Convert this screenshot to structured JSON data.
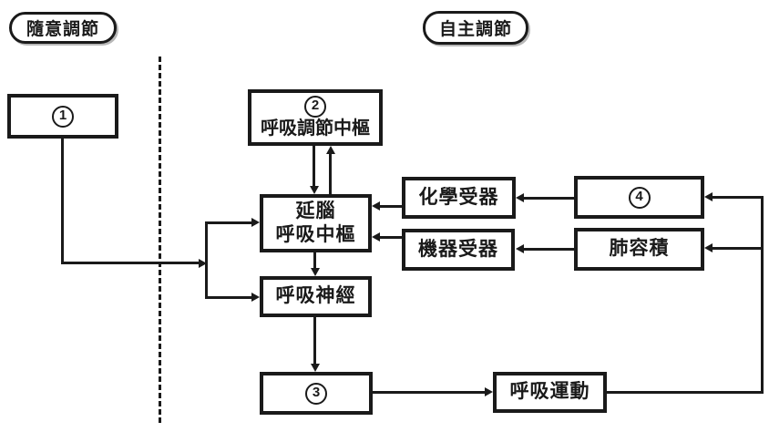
{
  "diagram": {
    "title_labels": {
      "voluntary": "隨意調節",
      "autonomous": "自主調節"
    },
    "nodes": {
      "box1": {
        "number": "1"
      },
      "box2": {
        "number": "2",
        "text": "呼吸調節中樞"
      },
      "medulla": {
        "line1": "延腦",
        "line2": "呼吸中樞"
      },
      "chemoreceptor": {
        "text": "化學受器"
      },
      "mechanoreceptor": {
        "text": "機器受器"
      },
      "box4": {
        "number": "4"
      },
      "lung_volume": {
        "text": "肺容積"
      },
      "respiratory_nerve": {
        "text": "呼吸神經"
      },
      "box3": {
        "number": "3"
      },
      "respiratory_movement": {
        "text": "呼吸運動"
      }
    },
    "edges": [
      {
        "from": "box1",
        "to": "junction",
        "type": "arrow"
      },
      {
        "from": "junction",
        "to": "medulla",
        "type": "arrow"
      },
      {
        "from": "junction",
        "to": "respiratory_nerve",
        "type": "arrow"
      },
      {
        "from": "box2",
        "to": "medulla",
        "type": "arrow"
      },
      {
        "from": "medulla",
        "to": "box2",
        "type": "arrow"
      },
      {
        "from": "medulla",
        "to": "respiratory_nerve",
        "type": "arrow"
      },
      {
        "from": "respiratory_nerve",
        "to": "box3",
        "type": "arrow"
      },
      {
        "from": "box3",
        "to": "respiratory_movement",
        "type": "arrow"
      },
      {
        "from": "respiratory_movement",
        "to": "box4",
        "type": "arrow"
      },
      {
        "from": "respiratory_movement",
        "to": "lung_volume",
        "type": "arrow"
      },
      {
        "from": "box4",
        "to": "chemoreceptor",
        "type": "arrow"
      },
      {
        "from": "lung_volume",
        "to": "mechanoreceptor",
        "type": "arrow"
      },
      {
        "from": "chemoreceptor",
        "to": "medulla",
        "type": "arrow"
      },
      {
        "from": "mechanoreceptor",
        "to": "medulla",
        "type": "arrow"
      }
    ],
    "divider": {
      "style": "vertical-dashed"
    },
    "colors": {
      "ink": "#1a1a1a",
      "background": "#ffffff"
    }
  }
}
